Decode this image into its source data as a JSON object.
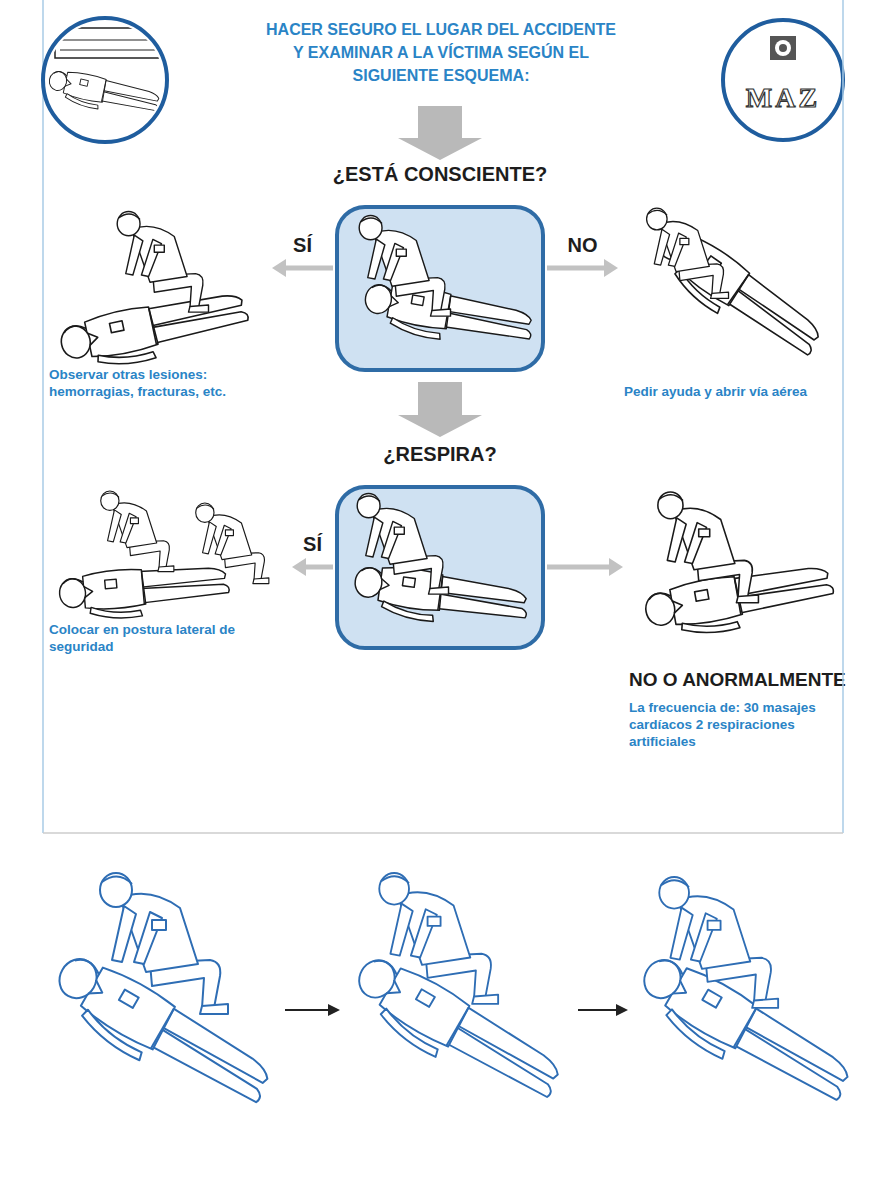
{
  "diagram": {
    "title": "HACER SEGURO EL LUGAR DEL ACCIDENTE Y EXAMINAR A LA VÍCTIMA SEGÚN EL SIGUIENTE ESQUEMA:",
    "nodes": [
      {
        "text": [
          "MAZ"
        ]
      },
      {
        "text": [
          "¿ESTÁ CONSCIENTE?"
        ]
      },
      {
        "text": [
          "Observar otras lesiones: hemorragias, fracturas, etc."
        ]
      },
      {
        "text": [
          "Pedir ayuda y abrir vía aérea"
        ]
      },
      {
        "text": [
          "¿RESPIRA?"
        ]
      },
      {
        "text": [
          "Colocar en postura lateral de seguridad"
        ]
      },
      {
        "text": [
          "NO O ANORMALMENTE",
          "La frecuencia de: 30 masajes cardíacos 2 respiraciones artificiales"
        ]
      }
    ],
    "edges": [
      {
        "from": 1,
        "to": 2,
        "label": "SÍ",
        "arrow": "to"
      },
      {
        "from": 1,
        "to": 3,
        "label": "NO",
        "arrow": "to"
      },
      {
        "from": 1,
        "to": 4,
        "arrow": "to"
      },
      {
        "from": 4,
        "to": 5,
        "label": "SÍ",
        "arrow": "to"
      },
      {
        "from": 4,
        "to": 6,
        "arrow": "to"
      }
    ]
  }
}
